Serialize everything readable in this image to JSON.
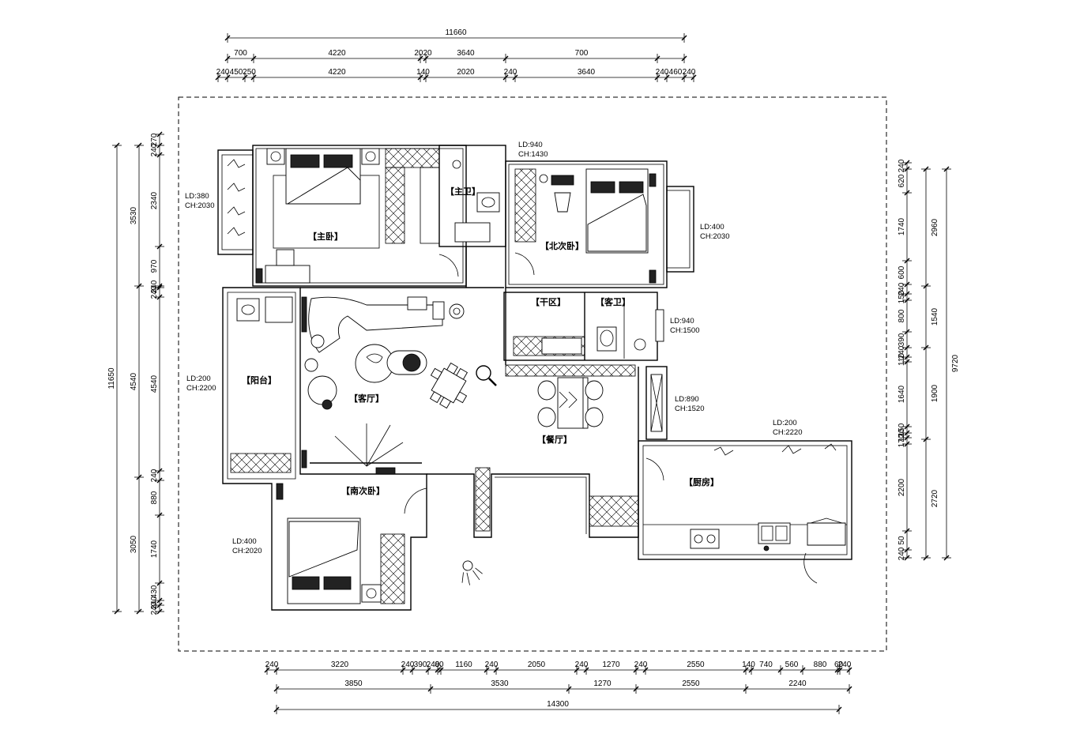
{
  "rooms": {
    "master_bedroom": "【主卧】",
    "master_bath": "【主卫】",
    "north_bedroom": "【北次卧】",
    "laundry": "【干区】",
    "guest_bath": "【客卫】",
    "balcony": "【阳台】",
    "living_room": "【客厅】",
    "dining_room": "【餐厅】",
    "kitchen": "【厨房】",
    "south_bedroom": "【南次卧】"
  },
  "window_notes": [
    {
      "ld": "LD:380",
      "ch": "CH:2030"
    },
    {
      "ld": "LD:940",
      "ch": "CH:1430"
    },
    {
      "ld": "LD:400",
      "ch": "CH:2030"
    },
    {
      "ld": "LD:940",
      "ch": "CH:1500"
    },
    {
      "ld": "LD:200",
      "ch": "CH:2200"
    },
    {
      "ld": "LD:890",
      "ch": "CH:1520"
    },
    {
      "ld": "LD:200",
      "ch": "CH:2220"
    },
    {
      "ld": "LD:400",
      "ch": "CH:2020"
    }
  ],
  "dims": {
    "top_total": "11660",
    "top_row2": [
      "700",
      "4220",
      "2020",
      "3640",
      "700"
    ],
    "top_row3": [
      "240",
      "450",
      "250",
      "4220",
      "140",
      "2020",
      "240",
      "3640",
      "240",
      "460",
      "240"
    ],
    "bottom_row1": [
      "240",
      "3220",
      "240",
      "390",
      "240",
      "80",
      "1160",
      "240",
      "2050",
      "240",
      "1270",
      "240",
      "2550",
      "140",
      "740",
      "560",
      "880",
      "60",
      "240"
    ],
    "bottom_row2": [
      "3850",
      "3530",
      "1270",
      "2550",
      "2240"
    ],
    "bottom_total": "14300",
    "left_total": "11650",
    "left_mid": [
      "3530",
      "4540",
      "3050"
    ],
    "left_inner": [
      "270",
      "240",
      "2340",
      "970",
      "240",
      "240",
      "4540",
      "240",
      "880",
      "1740",
      "430",
      "240",
      "240"
    ],
    "right_total": "9720",
    "right_mid": [
      "2960",
      "1540",
      "1900",
      "2720"
    ],
    "right_inner": [
      "240",
      "620",
      "1740",
      "600",
      "240",
      "150",
      "800",
      "390",
      "240",
      "110",
      "1640",
      "150",
      "120",
      "170",
      "2200",
      "50",
      "240"
    ]
  }
}
